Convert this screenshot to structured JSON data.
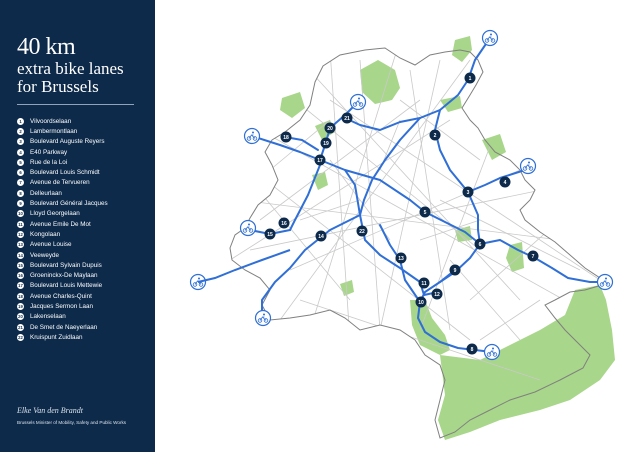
{
  "title": {
    "line1": "40 km",
    "line2": "extra bike lanes",
    "line3": "for Brussels"
  },
  "legend": [
    {
      "number": "1",
      "name": "Vilvoordselaan"
    },
    {
      "number": "2",
      "name": "Lambermontlaan"
    },
    {
      "number": "3",
      "name": "Boulevard Auguste Reyers"
    },
    {
      "number": "4",
      "name": "E40 Parkway"
    },
    {
      "number": "5",
      "name": "Rue de la Loi"
    },
    {
      "number": "6",
      "name": "Boulevard Louis Schmidt"
    },
    {
      "number": "7",
      "name": "Avenue de Tervueren"
    },
    {
      "number": "8",
      "name": "Delleurlaan"
    },
    {
      "number": "9",
      "name": "Boulevard Général Jacques"
    },
    {
      "number": "10",
      "name": "Lloyd Georgelaan"
    },
    {
      "number": "11",
      "name": "Avenue Emile De Mot"
    },
    {
      "number": "12",
      "name": "Kongolaan"
    },
    {
      "number": "13",
      "name": "Avenue Louise"
    },
    {
      "number": "14",
      "name": "Veeweyde"
    },
    {
      "number": "15",
      "name": "Boulevard Sylvain Dupuis"
    },
    {
      "number": "16",
      "name": "Groeninckx-De Maylaan"
    },
    {
      "number": "17",
      "name": "Boulevard Louis Mettewie"
    },
    {
      "number": "18",
      "name": "Avenue Charles-Quint"
    },
    {
      "number": "19",
      "name": "Jacques Sermon Laan"
    },
    {
      "number": "20",
      "name": "Lakenselaan"
    },
    {
      "number": "21",
      "name": "De Smet de Naeyerlaan"
    },
    {
      "number": "22",
      "name": "Kruispunt Zuidlaan"
    }
  ],
  "footer": {
    "signature": "Elke Van den Brandt",
    "minister": "Brussels Minister of Mobility, Safety and Public Works"
  },
  "map": {
    "markers": [
      "1",
      "2",
      "3",
      "4",
      "5",
      "6",
      "7",
      "8",
      "9",
      "10",
      "11",
      "12",
      "13",
      "14",
      "15",
      "16",
      "17",
      "18",
      "19",
      "20",
      "21",
      "22"
    ],
    "icon": "cyclist-icon",
    "colors": {
      "route": "#2f6fd6",
      "green": "#a8d68a",
      "marker": "#0d2a4a",
      "sidebar": "#0d2a4a",
      "street": "#c9c9c9",
      "outline": "#808080"
    }
  }
}
